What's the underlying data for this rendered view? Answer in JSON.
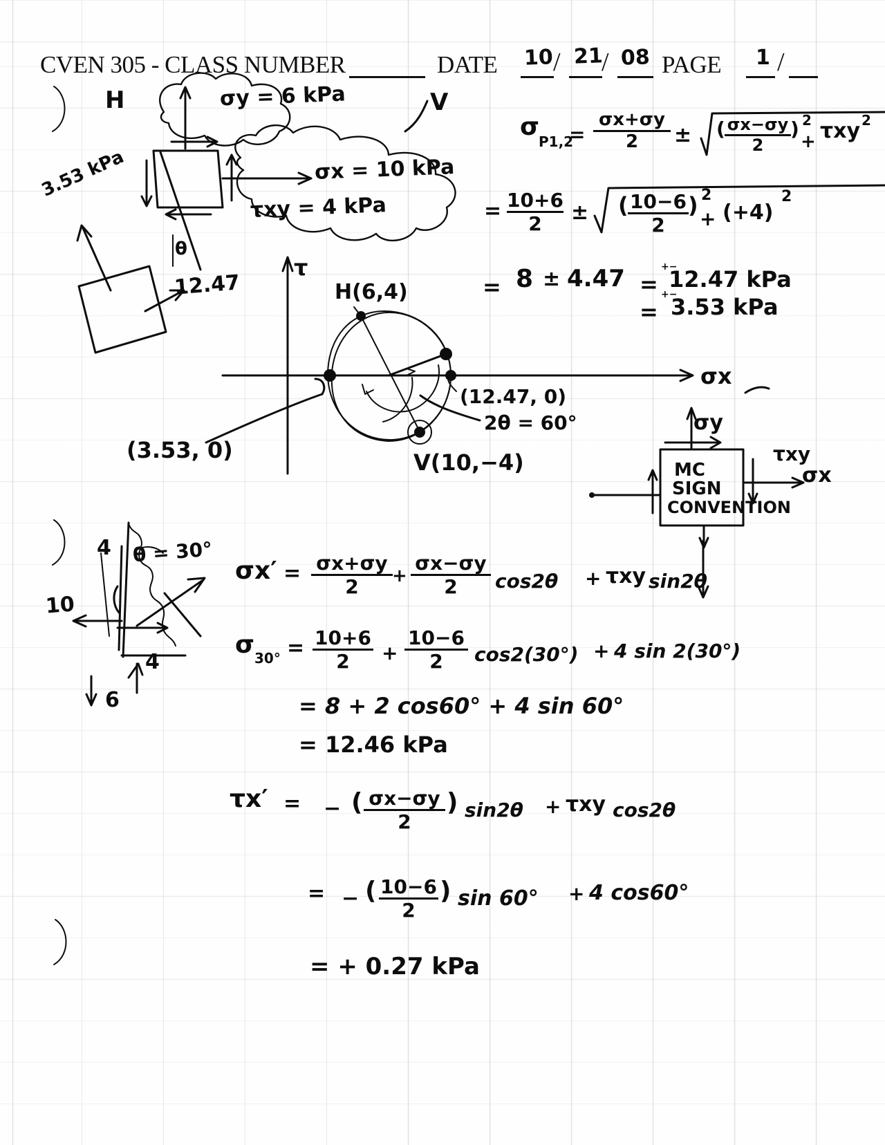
{
  "page": {
    "course_header": "CVEN 305 - CLASS NUMBER",
    "date_label": "DATE",
    "date_month": "10",
    "date_day": "21",
    "date_year": "08",
    "page_label": "PAGE",
    "page_number": "1",
    "slash": "/"
  },
  "stress_element": {
    "point_h_label": "H",
    "point_v_label": "V",
    "sigma_y": "σy = 6 kPa",
    "sigma_x": "σx = 10 kPa",
    "tau_xy": "τxy = 4 kPa",
    "theta_label": "θ"
  },
  "principal_element": {
    "label_353": "3.53 kPa",
    "label_1247": "12.47"
  },
  "principal_formula": {
    "lhs": "σ",
    "lhs_sub": "P1,2",
    "equals": "=",
    "term1_num": "σx+σy",
    "term1_den": "2",
    "plusminus": "±",
    "radical_inner_num": "σx−σy",
    "radical_inner_den": "2",
    "radical_exp": "2",
    "radical_plus": "+",
    "radical_tau": "τxy",
    "radical_tau_exp": "2"
  },
  "principal_numeric": {
    "equals": "=",
    "term1_num": "10+6",
    "term1_den": "2",
    "plusminus": "±",
    "inner_num": "10−6",
    "inner_den": "2",
    "inner_exp": "2",
    "plus": "+",
    "tau_term": "(+4)",
    "tau_exp": "2"
  },
  "principal_result": {
    "equals1": "=",
    "mid": "8",
    "plusminus": "±",
    "half": "4.47",
    "equals2": "=",
    "pm_small": "+−",
    "value1": "12.47 kPa",
    "equals3": "=",
    "pm_small2": "+−",
    "value2": "3.53 kPa"
  },
  "mohr_circle": {
    "tau_axis": "τ",
    "sigma_axis": "σx",
    "point_h": "H(6,4)",
    "point_v": "V(10,−4)",
    "point_p1": "(12.47, 0)",
    "point_p2": "(3.53, 0)",
    "two_theta": "2θ = 60°"
  },
  "sign_convention": {
    "line1": "MC",
    "line2": "SIGN",
    "line3": "CONVENTION",
    "sigma_x": "σx",
    "sigma_y": "σy",
    "tau_xy": "τxy"
  },
  "rotated_element": {
    "theta": "θ = 30°",
    "top_load": "4",
    "left_load": "10",
    "bottom_load": "4",
    "bottom_load2": "6"
  },
  "sigma_prime_formula": {
    "lhs": "σx′",
    "equals": "=",
    "t1_num": "σx+σy",
    "t1_den": "2",
    "plus1": "+",
    "t2_num": "σx−σy",
    "t2_den": "2",
    "cos": "cos2θ",
    "plus2": "+",
    "tau": "τxy",
    "sin": "sin2θ"
  },
  "sigma_prime_numeric": {
    "lhs": "σ",
    "lhs_sub": "30°",
    "equals": "=",
    "t1_num": "10+6",
    "t1_den": "2",
    "plus1": "+",
    "t2_num": "10−6",
    "t2_den": "2",
    "cos": "cos2(30°)",
    "plus2": "+",
    "sin": "4 sin 2(30°)"
  },
  "sigma_prime_steps": {
    "step1": "= 8 + 2 cos60° + 4 sin 60°",
    "step2": "= 12.46 kPa"
  },
  "tau_prime_formula": {
    "lhs": "τx′",
    "equals": "=",
    "minus": "−",
    "paren_open": "(",
    "t_num": "σx−σy",
    "t_den": "2",
    "paren_close": ")",
    "sin": "sin2θ",
    "plus": "+",
    "tau": "τxy",
    "cos": "cos2θ"
  },
  "tau_prime_numeric": {
    "equals": "=",
    "minus": "−",
    "paren_open": "(",
    "t_num": "10−6",
    "t_den": "2",
    "paren_close": ")",
    "sin": "sin 60°",
    "plus": "+",
    "cos": "4 cos60°"
  },
  "tau_prime_result": {
    "text": "= + 0.27 kPa"
  }
}
